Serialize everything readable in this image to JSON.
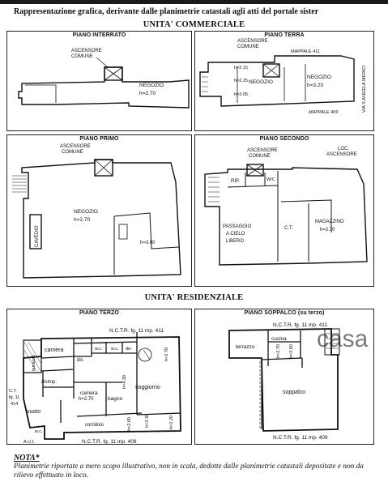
{
  "caption": "Rappresentazione grafica, derivante dalle planimetrie catastali agli atti del portale sister",
  "sections": {
    "commerciale": "UNITA' COMMERCIALE",
    "residenziale": "UNITA' RESIDENZIALE"
  },
  "panels": [
    {
      "title": "PIANO INTERRATO",
      "labels": {
        "asc1": "ASCENSORE",
        "asc2": "COMUNE",
        "room": "NEGOZIO",
        "h": "h=2.70"
      }
    },
    {
      "title": "PIANO TERRA",
      "labels": {
        "asc1": "ASCENSORE",
        "asc2": "COMUNE",
        "mapp411": "MAPPALE 411",
        "h1": "h=2.15",
        "h2": "h=2.25",
        "h3": "h=3.05",
        "room1": "NEGOZIO",
        "room2": "NEGOZIO",
        "h4": "h=3.20",
        "mapp409": "MAPPALE 409",
        "street": "VIA S.ANGELA MERICI"
      }
    },
    {
      "title": "PIANO PRIMO",
      "labels": {
        "asc1": "ASCENSORE",
        "asc2": "COMUNE",
        "room": "NEGOZIO",
        "h": "h=2.70",
        "cavedio": "CAVEDIO",
        "h2": "h=3.00"
      }
    },
    {
      "title": "PIANO SECONDO",
      "labels": {
        "asc1": "ASCENSORE",
        "asc2": "COMUNE",
        "loc1": "LOC.",
        "loc2": "ASCENSORE",
        "rip": "RIP.",
        "wc": "W/C",
        "pass1": "PASSAGGIO",
        "pass2": "A CIELO",
        "pass3": "LIBERO",
        "ct": "C.T.",
        "mag": "MAGAZZINO",
        "h": "h=2.70"
      }
    },
    {
      "title": "PIANO TERZO",
      "labels": {
        "nctr": "N.C.T.R.  fg.  11  mp.  411",
        "terrazzo": "terrazzo",
        "camera1": "camera",
        "dis1": "dis",
        "wc1": "w.c.",
        "wc2": "w.c.",
        "dis2": "dis",
        "disimp": "disimp.",
        "camera2": "camera",
        "hcam": "h=2.70",
        "bagno": "bagno",
        "soggiorno": "soggiorno",
        "vuoto": "vuoto",
        "corridoio": "corridoio",
        "wc3": "w.c.",
        "aui": "A.U.I.",
        "nctr2": "N.C.T.R.  fg.  11  mp.  409",
        "side1": "C.T.",
        "side2": "fg. 11",
        "side3": "414",
        "h1": "h=4.30",
        "h2": "h=2.70",
        "h3": "h=2.60",
        "h4": "h=3.30",
        "h5": "h=2.20"
      }
    },
    {
      "title": "PIANO SOPPALCO (su terzo)",
      "labels": {
        "nctr": "N.C.T.R.  fg.  11  mp.  411",
        "terrazzo": "terrazzo",
        "cucina": "cucina",
        "h1": "h=2.70",
        "h2": "h=2.60",
        "soppalco": "soppalco",
        "nctr2": "N.C.T.R.  fg.  11  mp.  409"
      }
    }
  ],
  "watermark": "casa",
  "nota": {
    "title": "NOTA*",
    "text": "Planimetrie riportate a mero scopo illustrativo, non in scala, dedotte dalle planimetrie catastali depositate e non da rilievo effettuato in loco."
  }
}
